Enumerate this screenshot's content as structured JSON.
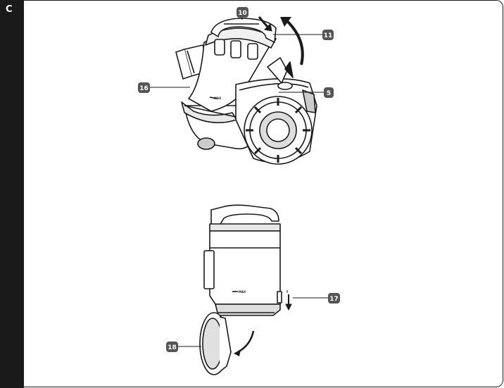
{
  "section": {
    "letter": "C"
  },
  "callouts": {
    "c10": "10",
    "c11": "11",
    "c16": "16",
    "c5": "5",
    "c17": "17",
    "c18": "18"
  },
  "labels": {
    "max_top": "MAX",
    "max_bottom": "MAX"
  },
  "colors": {
    "ink": "#1a1a1a",
    "callout": "#555555",
    "paper": "#ffffff"
  }
}
